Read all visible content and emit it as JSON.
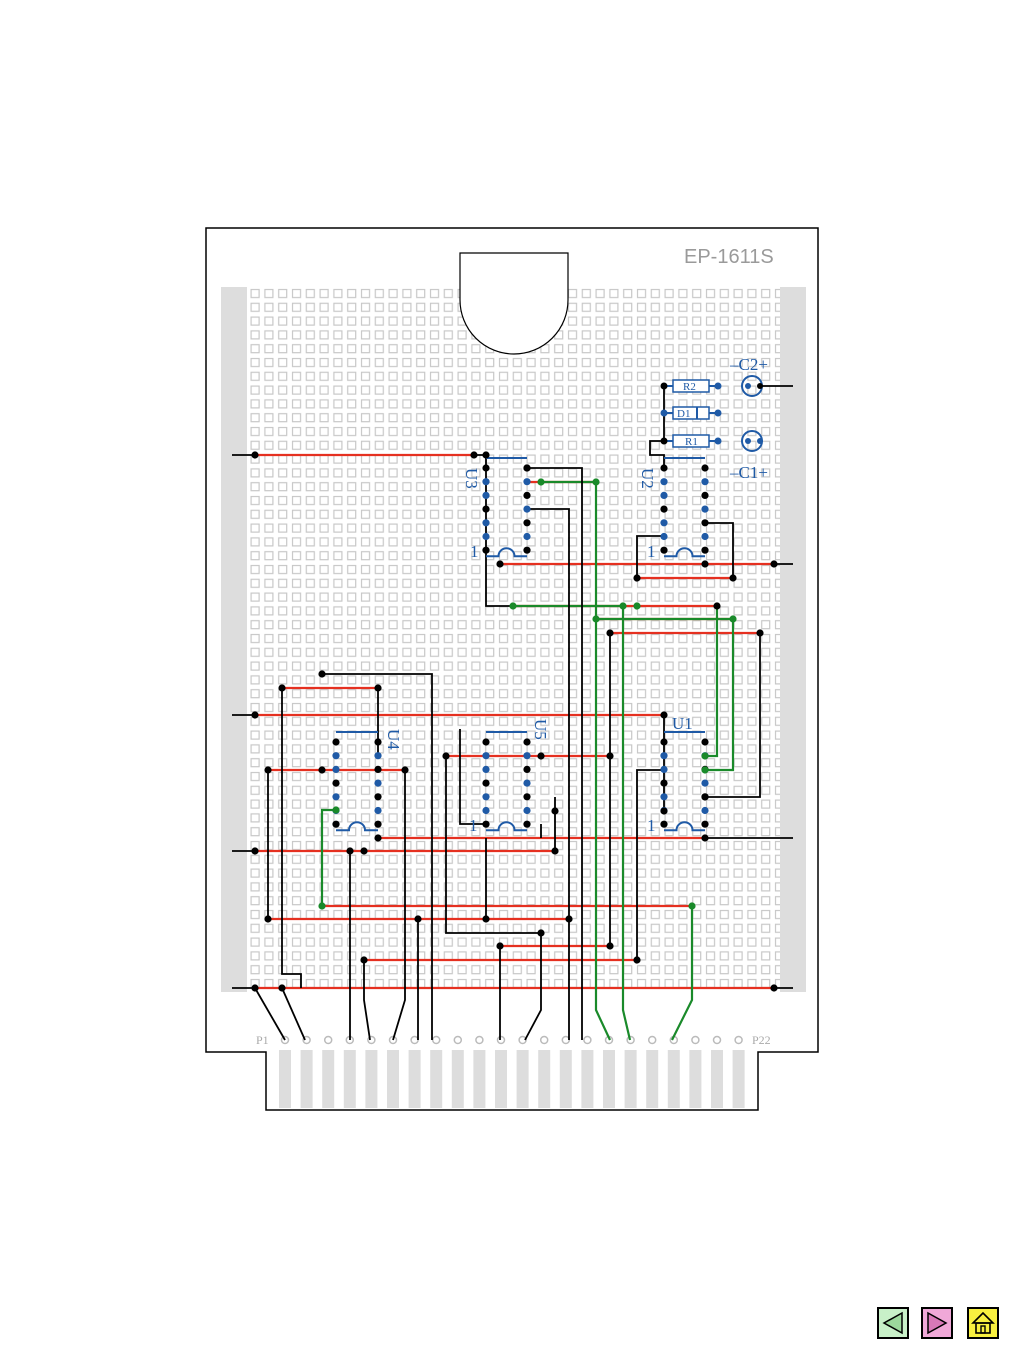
{
  "board": {
    "title": "EP-1611S",
    "ic_labels": [
      "U1",
      "U2",
      "U3",
      "U4",
      "U5"
    ],
    "pin1_marker": "1",
    "components": [
      "R2",
      "D1",
      "R1"
    ],
    "capacitors": [
      "–C2+",
      "–C1+"
    ],
    "edge_pins": {
      "first": "P1",
      "last": "P22"
    }
  },
  "colors": {
    "board_outline": "#000000",
    "rails": "#dddddd",
    "pad": "#bbbbbb",
    "wire_black": "#000000",
    "wire_red": "#e53020",
    "wire_green": "#1a8a2a",
    "wire_blue": "#1f5aa6",
    "nav_prev": "#c8f0c8",
    "nav_next": "#f0a8d8",
    "nav_home": "#f8f040"
  },
  "nav": {
    "prev_icon": "triangle-left-icon",
    "next_icon": "triangle-right-icon",
    "home_icon": "house-icon"
  }
}
